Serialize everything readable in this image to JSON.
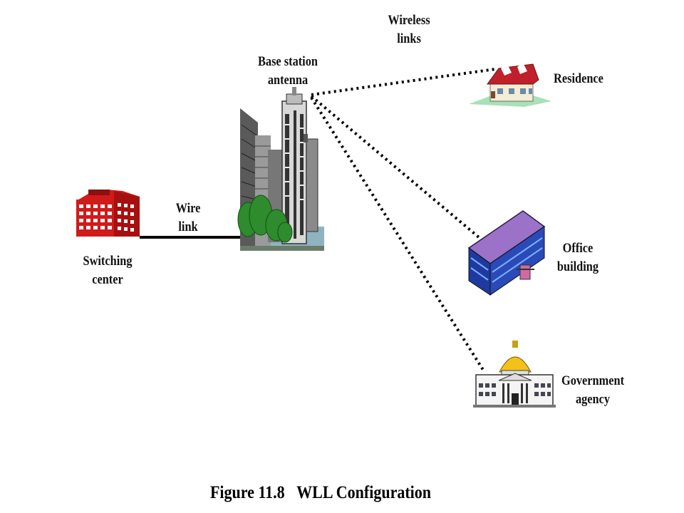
{
  "labels": {
    "wireless_links": [
      "Wireless",
      "links"
    ],
    "base_station": [
      "Base station",
      "antenna"
    ],
    "residence": "Residence",
    "wire_link": [
      "Wire",
      "link"
    ],
    "switching_center": [
      "Switching",
      "center"
    ],
    "office_building": [
      "Office",
      "building"
    ],
    "government_agency": [
      "Government",
      "agency"
    ]
  },
  "caption": {
    "number": "Figure 11.8",
    "title": "WLL Configuration"
  }
}
